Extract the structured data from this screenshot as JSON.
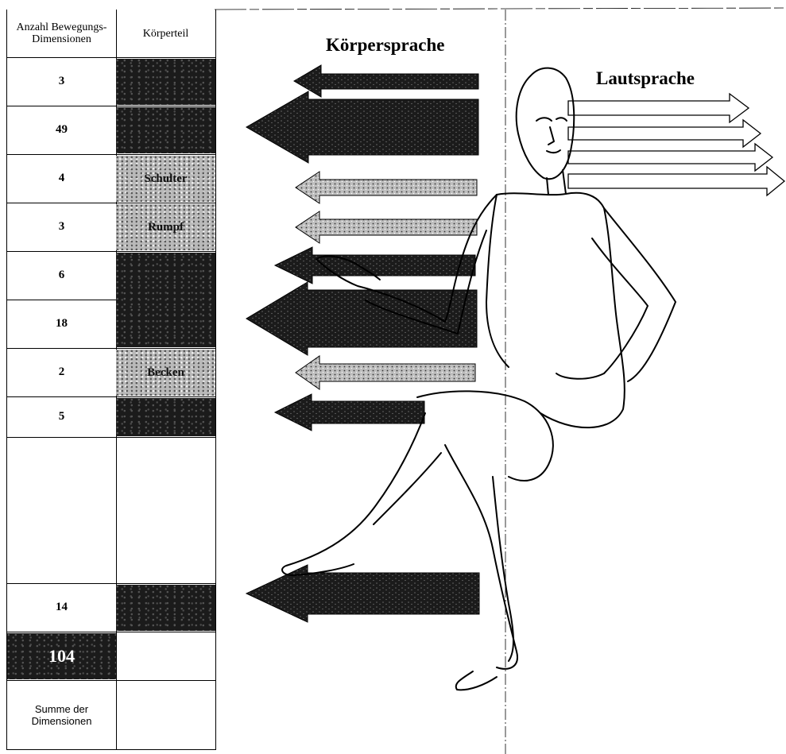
{
  "table": {
    "header_dimensions": "Anzahl Bewegungs- Dimensionen",
    "header_bodypart": "Körperteil",
    "rows": [
      {
        "count": "3",
        "part": "",
        "shade": "dark"
      },
      {
        "count": "49",
        "part": "",
        "shade": "dark"
      },
      {
        "count": "4",
        "part": "Schulter",
        "shade": "light"
      },
      {
        "count": "3",
        "part": "Rumpf",
        "shade": "light"
      },
      {
        "count": "6",
        "part": "",
        "shade": "dark"
      },
      {
        "count": "18",
        "part": "",
        "shade": "dark"
      },
      {
        "count": "2",
        "part": "Becken",
        "shade": "light"
      },
      {
        "count": "5",
        "part": "",
        "shade": "dark"
      },
      {
        "count": "",
        "part": "",
        "shade": "none"
      },
      {
        "count": "14",
        "part": "",
        "shade": "dark"
      }
    ],
    "total": "104",
    "total_label": "Summe der Dimensionen"
  },
  "labels": {
    "body_language": "Körpersprache",
    "spoken_language": "Lautsprache"
  },
  "colors": {
    "dark_fill": "#1b1b1b",
    "light_fill": "#b9b9b9",
    "line": "#000000"
  }
}
